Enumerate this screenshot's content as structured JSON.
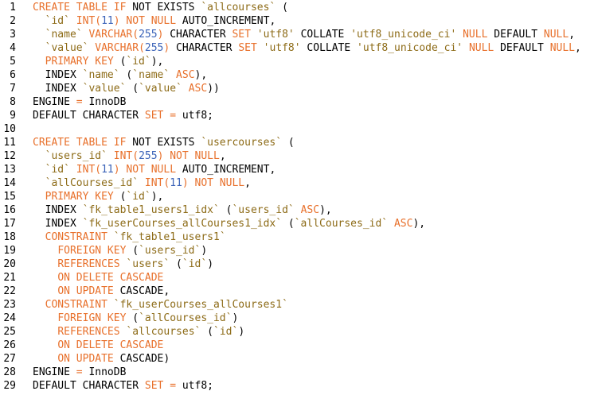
{
  "colors": {
    "background": "#ffffff",
    "keyword": "#e8702b",
    "string": "#8d6b17",
    "number": "#3b63b8",
    "plain": "#000000",
    "line_number": "#000000"
  },
  "editor": {
    "lines": [
      {
        "number": "1",
        "tokens": [
          {
            "t": "kw",
            "v": "CREATE TABLE IF"
          },
          {
            "t": "plain",
            "v": " NOT EXISTS "
          },
          {
            "t": "str",
            "v": "`allcourses`"
          },
          {
            "t": "plain",
            "v": " ("
          }
        ]
      },
      {
        "number": "2",
        "tokens": [
          {
            "t": "plain",
            "v": "  "
          },
          {
            "t": "str",
            "v": "`id`"
          },
          {
            "t": "plain",
            "v": " "
          },
          {
            "t": "kw",
            "v": "INT("
          },
          {
            "t": "num",
            "v": "11"
          },
          {
            "t": "kw",
            "v": ")"
          },
          {
            "t": "plain",
            "v": " "
          },
          {
            "t": "kw",
            "v": "NOT NULL"
          },
          {
            "t": "plain",
            "v": " AUTO_INCREMENT,"
          }
        ]
      },
      {
        "number": "3",
        "tokens": [
          {
            "t": "plain",
            "v": "  "
          },
          {
            "t": "str",
            "v": "`name`"
          },
          {
            "t": "plain",
            "v": " "
          },
          {
            "t": "kw",
            "v": "VARCHAR("
          },
          {
            "t": "num",
            "v": "255"
          },
          {
            "t": "kw",
            "v": ")"
          },
          {
            "t": "plain",
            "v": " CHARACTER "
          },
          {
            "t": "kw",
            "v": "SET"
          },
          {
            "t": "plain",
            "v": " "
          },
          {
            "t": "str",
            "v": "'utf8'"
          },
          {
            "t": "plain",
            "v": " COLLATE "
          },
          {
            "t": "str",
            "v": "'utf8_unicode_ci'"
          },
          {
            "t": "plain",
            "v": " "
          },
          {
            "t": "kw",
            "v": "NULL"
          },
          {
            "t": "plain",
            "v": " DEFAULT "
          },
          {
            "t": "kw",
            "v": "NULL"
          },
          {
            "t": "plain",
            "v": ","
          }
        ]
      },
      {
        "number": "4",
        "tokens": [
          {
            "t": "plain",
            "v": "  "
          },
          {
            "t": "str",
            "v": "`value`"
          },
          {
            "t": "plain",
            "v": " "
          },
          {
            "t": "kw",
            "v": "VARCHAR("
          },
          {
            "t": "num",
            "v": "255"
          },
          {
            "t": "kw",
            "v": ")"
          },
          {
            "t": "plain",
            "v": " CHARACTER "
          },
          {
            "t": "kw",
            "v": "SET"
          },
          {
            "t": "plain",
            "v": " "
          },
          {
            "t": "str",
            "v": "'utf8'"
          },
          {
            "t": "plain",
            "v": " COLLATE "
          },
          {
            "t": "str",
            "v": "'utf8_unicode_ci'"
          },
          {
            "t": "plain",
            "v": " "
          },
          {
            "t": "kw",
            "v": "NULL"
          },
          {
            "t": "plain",
            "v": " DEFAULT "
          },
          {
            "t": "kw",
            "v": "NULL"
          },
          {
            "t": "plain",
            "v": ","
          }
        ]
      },
      {
        "number": "5",
        "tokens": [
          {
            "t": "plain",
            "v": "  "
          },
          {
            "t": "kw",
            "v": "PRIMARY KEY"
          },
          {
            "t": "plain",
            "v": " ("
          },
          {
            "t": "str",
            "v": "`id`"
          },
          {
            "t": "plain",
            "v": "),"
          }
        ]
      },
      {
        "number": "6",
        "tokens": [
          {
            "t": "plain",
            "v": "  INDEX "
          },
          {
            "t": "str",
            "v": "`name`"
          },
          {
            "t": "plain",
            "v": " ("
          },
          {
            "t": "str",
            "v": "`name`"
          },
          {
            "t": "plain",
            "v": " "
          },
          {
            "t": "kw",
            "v": "ASC"
          },
          {
            "t": "plain",
            "v": "),"
          }
        ]
      },
      {
        "number": "7",
        "tokens": [
          {
            "t": "plain",
            "v": "  INDEX "
          },
          {
            "t": "str",
            "v": "`value`"
          },
          {
            "t": "plain",
            "v": " ("
          },
          {
            "t": "str",
            "v": "`value`"
          },
          {
            "t": "plain",
            "v": " "
          },
          {
            "t": "kw",
            "v": "ASC"
          },
          {
            "t": "plain",
            "v": "))"
          }
        ]
      },
      {
        "number": "8",
        "tokens": [
          {
            "t": "plain",
            "v": "ENGINE "
          },
          {
            "t": "op",
            "v": "="
          },
          {
            "t": "plain",
            "v": " InnoDB"
          }
        ]
      },
      {
        "number": "9",
        "tokens": [
          {
            "t": "plain",
            "v": "DEFAULT CHARACTER "
          },
          {
            "t": "kw",
            "v": "SET"
          },
          {
            "t": "plain",
            "v": " "
          },
          {
            "t": "op",
            "v": "="
          },
          {
            "t": "plain",
            "v": " utf8;"
          }
        ]
      },
      {
        "number": "10",
        "tokens": []
      },
      {
        "number": "11",
        "tokens": [
          {
            "t": "kw",
            "v": "CREATE TABLE IF"
          },
          {
            "t": "plain",
            "v": " NOT EXISTS "
          },
          {
            "t": "str",
            "v": "`usercourses`"
          },
          {
            "t": "plain",
            "v": " ("
          }
        ]
      },
      {
        "number": "12",
        "tokens": [
          {
            "t": "plain",
            "v": "  "
          },
          {
            "t": "str",
            "v": "`users_id`"
          },
          {
            "t": "plain",
            "v": " "
          },
          {
            "t": "kw",
            "v": "INT("
          },
          {
            "t": "num",
            "v": "255"
          },
          {
            "t": "kw",
            "v": ")"
          },
          {
            "t": "plain",
            "v": " "
          },
          {
            "t": "kw",
            "v": "NOT NULL"
          },
          {
            "t": "plain",
            "v": ","
          }
        ]
      },
      {
        "number": "13",
        "tokens": [
          {
            "t": "plain",
            "v": "  "
          },
          {
            "t": "str",
            "v": "`id`"
          },
          {
            "t": "plain",
            "v": " "
          },
          {
            "t": "kw",
            "v": "INT("
          },
          {
            "t": "num",
            "v": "11"
          },
          {
            "t": "kw",
            "v": ")"
          },
          {
            "t": "plain",
            "v": " "
          },
          {
            "t": "kw",
            "v": "NOT NULL"
          },
          {
            "t": "plain",
            "v": " AUTO_INCREMENT,"
          }
        ]
      },
      {
        "number": "14",
        "tokens": [
          {
            "t": "plain",
            "v": "  "
          },
          {
            "t": "str",
            "v": "`allCourses_id`"
          },
          {
            "t": "plain",
            "v": " "
          },
          {
            "t": "kw",
            "v": "INT("
          },
          {
            "t": "num",
            "v": "11"
          },
          {
            "t": "kw",
            "v": ")"
          },
          {
            "t": "plain",
            "v": " "
          },
          {
            "t": "kw",
            "v": "NOT NULL"
          },
          {
            "t": "plain",
            "v": ","
          }
        ]
      },
      {
        "number": "15",
        "tokens": [
          {
            "t": "plain",
            "v": "  "
          },
          {
            "t": "kw",
            "v": "PRIMARY KEY"
          },
          {
            "t": "plain",
            "v": " ("
          },
          {
            "t": "str",
            "v": "`id`"
          },
          {
            "t": "plain",
            "v": "),"
          }
        ]
      },
      {
        "number": "16",
        "tokens": [
          {
            "t": "plain",
            "v": "  INDEX "
          },
          {
            "t": "str",
            "v": "`fk_table1_users1_idx`"
          },
          {
            "t": "plain",
            "v": " ("
          },
          {
            "t": "str",
            "v": "`users_id`"
          },
          {
            "t": "plain",
            "v": " "
          },
          {
            "t": "kw",
            "v": "ASC"
          },
          {
            "t": "plain",
            "v": "),"
          }
        ]
      },
      {
        "number": "17",
        "tokens": [
          {
            "t": "plain",
            "v": "  INDEX "
          },
          {
            "t": "str",
            "v": "`fk_userCourses_allCourses1_idx`"
          },
          {
            "t": "plain",
            "v": " ("
          },
          {
            "t": "str",
            "v": "`allCourses_id`"
          },
          {
            "t": "plain",
            "v": " "
          },
          {
            "t": "kw",
            "v": "ASC"
          },
          {
            "t": "plain",
            "v": "),"
          }
        ]
      },
      {
        "number": "18",
        "tokens": [
          {
            "t": "plain",
            "v": "  "
          },
          {
            "t": "kw",
            "v": "CONSTRAINT"
          },
          {
            "t": "plain",
            "v": " "
          },
          {
            "t": "str",
            "v": "`fk_table1_users1`"
          }
        ]
      },
      {
        "number": "19",
        "tokens": [
          {
            "t": "plain",
            "v": "    "
          },
          {
            "t": "kw",
            "v": "FOREIGN KEY"
          },
          {
            "t": "plain",
            "v": " ("
          },
          {
            "t": "str",
            "v": "`users_id`"
          },
          {
            "t": "plain",
            "v": ")"
          }
        ]
      },
      {
        "number": "20",
        "tokens": [
          {
            "t": "plain",
            "v": "    "
          },
          {
            "t": "kw",
            "v": "REFERENCES"
          },
          {
            "t": "plain",
            "v": " "
          },
          {
            "t": "str",
            "v": "`users`"
          },
          {
            "t": "plain",
            "v": " ("
          },
          {
            "t": "str",
            "v": "`id`"
          },
          {
            "t": "plain",
            "v": ")"
          }
        ]
      },
      {
        "number": "21",
        "tokens": [
          {
            "t": "plain",
            "v": "    "
          },
          {
            "t": "kw",
            "v": "ON DELETE CASCADE"
          }
        ]
      },
      {
        "number": "22",
        "tokens": [
          {
            "t": "plain",
            "v": "    "
          },
          {
            "t": "kw",
            "v": "ON UPDATE"
          },
          {
            "t": "plain",
            "v": " CASCADE,"
          }
        ]
      },
      {
        "number": "23",
        "tokens": [
          {
            "t": "plain",
            "v": "  "
          },
          {
            "t": "kw",
            "v": "CONSTRAINT"
          },
          {
            "t": "plain",
            "v": " "
          },
          {
            "t": "str",
            "v": "`fk_userCourses_allCourses1`"
          }
        ]
      },
      {
        "number": "24",
        "tokens": [
          {
            "t": "plain",
            "v": "    "
          },
          {
            "t": "kw",
            "v": "FOREIGN KEY"
          },
          {
            "t": "plain",
            "v": " ("
          },
          {
            "t": "str",
            "v": "`allCourses_id`"
          },
          {
            "t": "plain",
            "v": ")"
          }
        ]
      },
      {
        "number": "25",
        "tokens": [
          {
            "t": "plain",
            "v": "    "
          },
          {
            "t": "kw",
            "v": "REFERENCES"
          },
          {
            "t": "plain",
            "v": " "
          },
          {
            "t": "str",
            "v": "`allcourses`"
          },
          {
            "t": "plain",
            "v": " ("
          },
          {
            "t": "str",
            "v": "`id`"
          },
          {
            "t": "plain",
            "v": ")"
          }
        ]
      },
      {
        "number": "26",
        "tokens": [
          {
            "t": "plain",
            "v": "    "
          },
          {
            "t": "kw",
            "v": "ON DELETE CASCADE"
          }
        ]
      },
      {
        "number": "27",
        "tokens": [
          {
            "t": "plain",
            "v": "    "
          },
          {
            "t": "kw",
            "v": "ON UPDATE"
          },
          {
            "t": "plain",
            "v": " CASCADE)"
          }
        ]
      },
      {
        "number": "28",
        "tokens": [
          {
            "t": "plain",
            "v": "ENGINE "
          },
          {
            "t": "op",
            "v": "="
          },
          {
            "t": "plain",
            "v": " InnoDB"
          }
        ]
      },
      {
        "number": "29",
        "tokens": [
          {
            "t": "plain",
            "v": "DEFAULT CHARACTER "
          },
          {
            "t": "kw",
            "v": "SET"
          },
          {
            "t": "plain",
            "v": " "
          },
          {
            "t": "op",
            "v": "="
          },
          {
            "t": "plain",
            "v": " utf8;"
          }
        ]
      }
    ]
  }
}
